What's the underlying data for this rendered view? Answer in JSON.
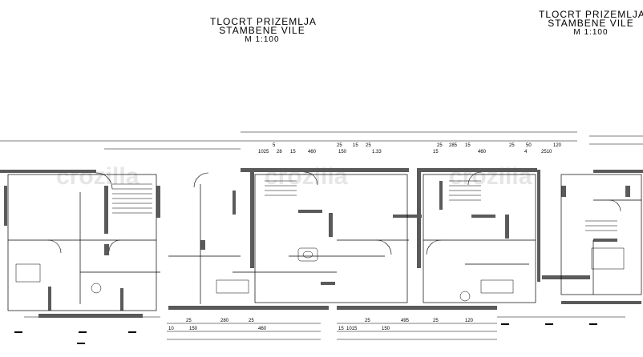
{
  "titles": {
    "left": [
      "TLOCRT PRIZEMLJA",
      "STAMBENE VILE",
      "M 1:100"
    ],
    "right": [
      "TLOCRT PRIZEMLJA KAT",
      "STAMBENE VILE",
      "M 1:100"
    ]
  },
  "dimensions": {
    "top_row_a": [
      "5",
      "25",
      "15",
      "25",
      "25",
      "285",
      "15",
      "25",
      "50",
      "120"
    ],
    "top_row_b": [
      "1025",
      "28",
      "15",
      "460",
      "150",
      "1.33",
      "15",
      "460",
      "4",
      "2510"
    ],
    "bottom_row_a": [
      "25",
      "280",
      "25",
      "25",
      "495",
      "25",
      "120"
    ],
    "bottom_row_b": [
      "10",
      "150",
      "460",
      "15",
      "1015",
      "150"
    ]
  },
  "watermark": "crozilla",
  "colors": {
    "ink": "#000000",
    "wall": "#5a5a5a",
    "watermark": "#e6e6e6"
  }
}
